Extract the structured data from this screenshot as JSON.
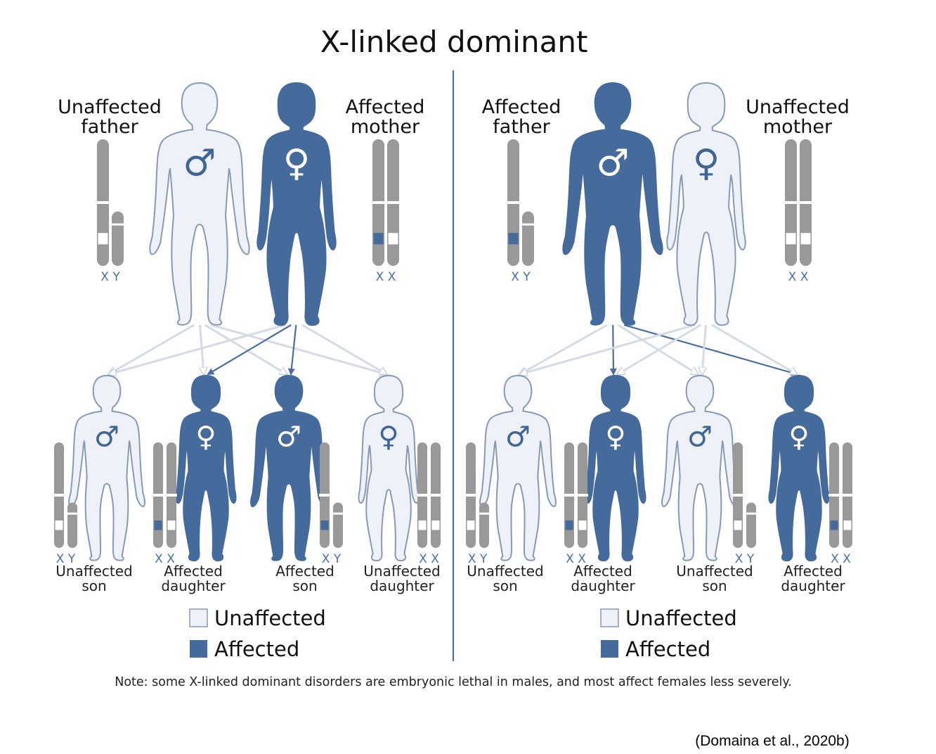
{
  "title": "X-linked dominant",
  "colors": {
    "affected": "#456a9c",
    "unaffected_fill": "#eef1f7",
    "unaffected_stroke": "#8899b6",
    "chromosome": "#999999",
    "arrow_affected": "#4a6fa5",
    "arrow_unaffected": "#d5dbe6",
    "divider": "#456a9c"
  },
  "panels": [
    {
      "parents": [
        {
          "label_line1": "Unaffected",
          "label_line2": "father",
          "sex": "male",
          "affected": false,
          "chromosomes": "X Y",
          "chrom_markers": [
            "white"
          ]
        },
        {
          "label_line1": "Affected",
          "label_line2": "mother",
          "sex": "female",
          "affected": true,
          "chromosomes": "X X",
          "chrom_markers": [
            "blue",
            "white"
          ]
        }
      ],
      "children": [
        {
          "label_line1": "Unaffected",
          "label_line2": "son",
          "sex": "male",
          "affected": false,
          "chromosomes": "X Y",
          "chrom_markers": [
            "white"
          ]
        },
        {
          "label_line1": "Affected",
          "label_line2": "daughter",
          "sex": "female",
          "affected": true,
          "chromosomes": "X X",
          "chrom_markers": [
            "blue",
            "white"
          ]
        },
        {
          "label_line1": "Affected",
          "label_line2": "son",
          "sex": "male",
          "affected": true,
          "chromosomes": "X Y",
          "chrom_markers": [
            "blue"
          ]
        },
        {
          "label_line1": "Unaffected",
          "label_line2": "daughter",
          "sex": "female",
          "affected": false,
          "chromosomes": "X X",
          "chrom_markers": [
            "white",
            "white"
          ]
        }
      ]
    },
    {
      "parents": [
        {
          "label_line1": "Affected",
          "label_line2": "father",
          "sex": "male",
          "affected": true,
          "chromosomes": "X Y",
          "chrom_markers": [
            "blue"
          ]
        },
        {
          "label_line1": "Unaffected",
          "label_line2": "mother",
          "sex": "female",
          "affected": false,
          "chromosomes": "X X",
          "chrom_markers": [
            "white",
            "white"
          ]
        }
      ],
      "children": [
        {
          "label_line1": "Unaffected",
          "label_line2": "son",
          "sex": "male",
          "affected": false,
          "chromosomes": "X Y",
          "chrom_markers": [
            "white"
          ]
        },
        {
          "label_line1": "Affected",
          "label_line2": "daughter",
          "sex": "female",
          "affected": true,
          "chromosomes": "X X",
          "chrom_markers": [
            "blue",
            "white"
          ]
        },
        {
          "label_line1": "Unaffected",
          "label_line2": "son",
          "sex": "male",
          "affected": false,
          "chromosomes": "X Y",
          "chrom_markers": [
            "white"
          ]
        },
        {
          "label_line1": "Affected",
          "label_line2": "daughter",
          "sex": "female",
          "affected": true,
          "chromosomes": "X X",
          "chrom_markers": [
            "blue",
            "white"
          ]
        }
      ]
    }
  ],
  "legend": {
    "unaffected": "Unaffected",
    "affected": "Affected"
  },
  "symbols": {
    "male": "♂",
    "female": "♀"
  },
  "note": "Note: some X-linked dominant disorders are embryonic lethal in males, and most affect females less severely.",
  "citation": "(Domaina et al., 2020b)"
}
